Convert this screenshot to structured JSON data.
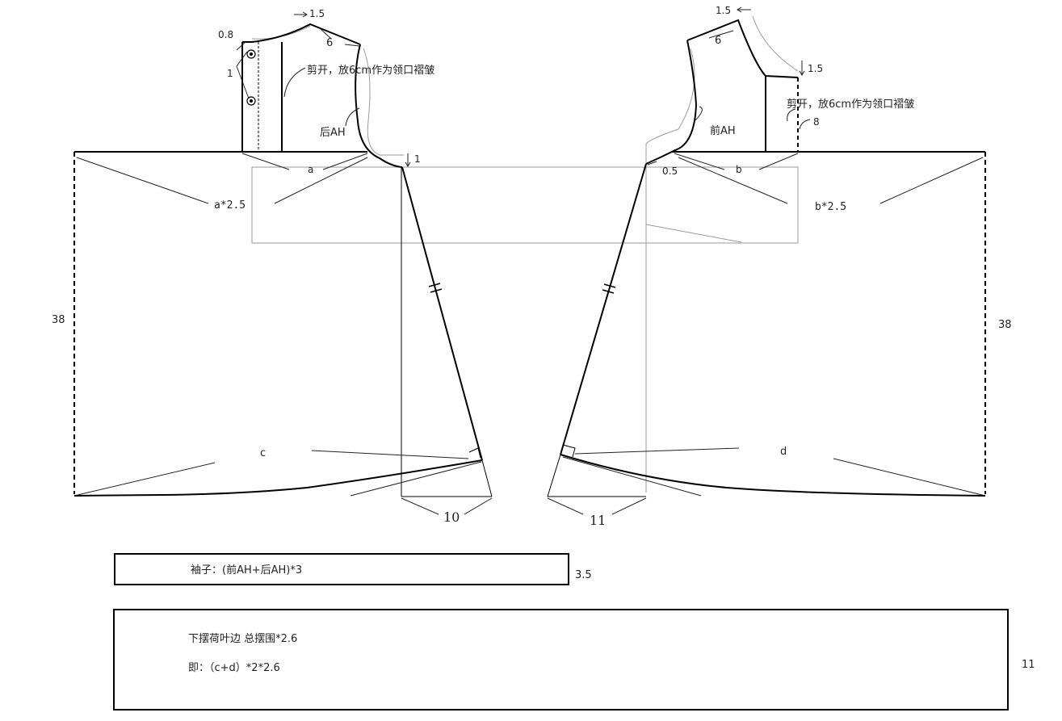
{
  "colors": {
    "line": "#000000",
    "guide": "#9a9a9a",
    "thin": "#333333"
  },
  "icons": {
    "button": "button-circle-icon"
  },
  "left_panel": {
    "neck_offset": "1.5",
    "neck_width": "0.8",
    "shoulder": "6",
    "button_spacing": "1",
    "cut_note": "剪开，放6cm作为领口褶皱",
    "armhole": "后AH",
    "armhole_drop": "1",
    "top_dim": "a",
    "top_mult": "a*2.5",
    "height": "38",
    "bottom_dim": "c",
    "hem_width": "10"
  },
  "right_panel": {
    "neck_offset": "1.5",
    "neck_drop": "1.5",
    "shoulder": "6",
    "cut_note": "剪开，放6cm作为领口褶皱",
    "placket": "8",
    "armhole": "前AH",
    "armhole_offset": "0.5",
    "top_dim": "b",
    "top_mult": "b*2.5",
    "height": "38",
    "bottom_dim": "d",
    "hem_width": "11"
  },
  "sleeve": {
    "label": "袖子：(前AH+后AH)*3",
    "width": "3.5"
  },
  "ruffle": {
    "line1": "下摆荷叶边  总摆围*2.6",
    "line2": "即：（c+d）*2*2.6",
    "width": "11"
  }
}
